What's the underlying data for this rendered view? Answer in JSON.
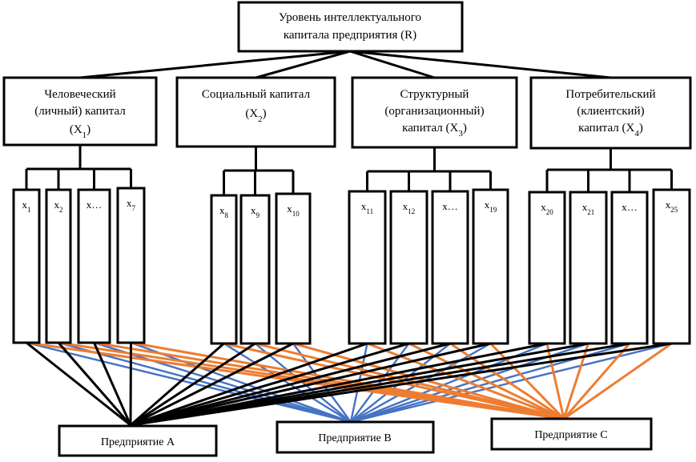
{
  "top": {
    "line1": "Уровень интеллектуального",
    "line2": "капитала предприятия (R)"
  },
  "categories": [
    {
      "lines": [
        "Человеческий",
        "(личный) капитал"
      ],
      "code_base": "(X",
      "code_sub": "1",
      "code_end": ")"
    },
    {
      "lines": [
        "Социальный капитал"
      ],
      "code_base": "(X",
      "code_sub": "2",
      "code_end": ")"
    },
    {
      "lines": [
        "Структурный",
        "(организационный)",
        "капитал"
      ],
      "code_base": "(X",
      "code_sub": "3",
      "code_end": ")"
    },
    {
      "lines": [
        "Потребительский",
        "(клиентский)",
        "капитал"
      ],
      "code_base": "(X",
      "code_sub": "4",
      "code_end": ")"
    }
  ],
  "indicators": [
    {
      "base": "x",
      "sub": "1"
    },
    {
      "base": "x",
      "sub": "2"
    },
    {
      "base": "x…",
      "sub": ""
    },
    {
      "base": "x",
      "sub": "7"
    },
    {
      "base": "x",
      "sub": "8"
    },
    {
      "base": "x",
      "sub": "9"
    },
    {
      "base": "x",
      "sub": "10"
    },
    {
      "base": "x",
      "sub": "11"
    },
    {
      "base": "x",
      "sub": "12"
    },
    {
      "base": "x…",
      "sub": ""
    },
    {
      "base": "x",
      "sub": "19"
    },
    {
      "base": "x",
      "sub": "20"
    },
    {
      "base": "x",
      "sub": "21"
    },
    {
      "base": "x…",
      "sub": ""
    },
    {
      "base": "x",
      "sub": "25"
    }
  ],
  "enterprises": [
    {
      "label": "Предприятие А",
      "color": "#000000"
    },
    {
      "label": "Предприятие В",
      "color": "#4472c4"
    },
    {
      "label": "Предприятие С",
      "color": "#ed7d31"
    }
  ]
}
